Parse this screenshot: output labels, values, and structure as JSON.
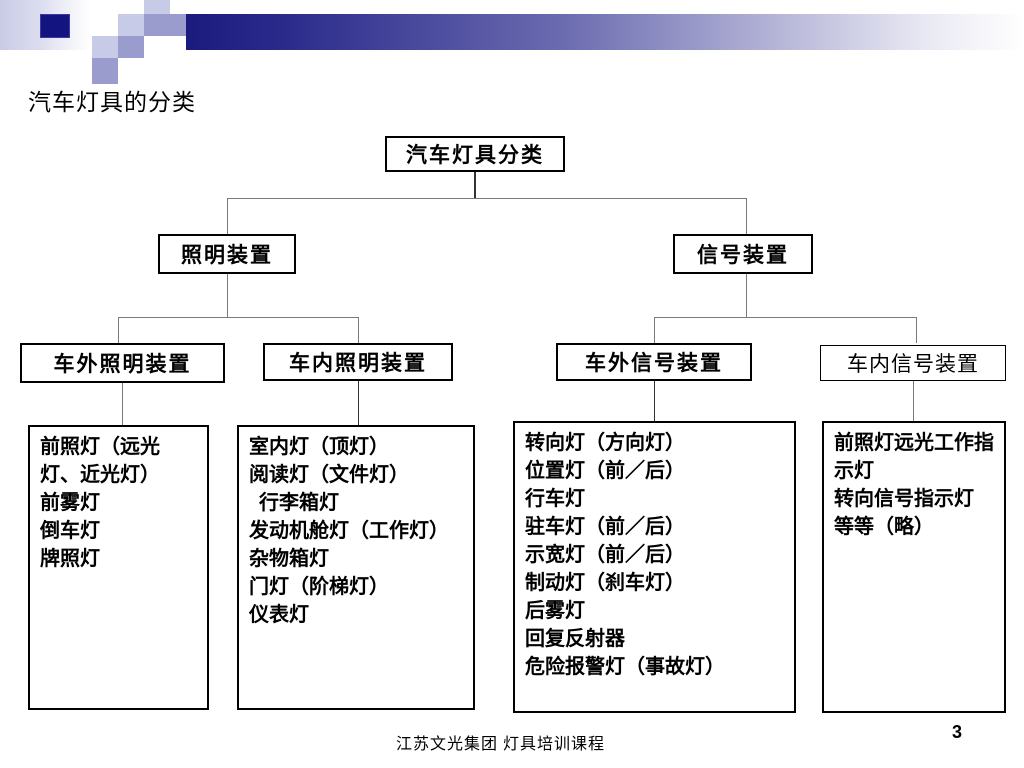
{
  "slide": {
    "title": "汽车灯具的分类",
    "page_number": "3",
    "footer": "江苏文光集团   灯具培训课程",
    "accent_color": "#141480",
    "header_gradient_from": "#1b1b7e",
    "header_gradient_to": "#ffffff"
  },
  "diagram": {
    "type": "tree",
    "root": {
      "label": "汽车灯具分类"
    },
    "level2": [
      {
        "label": "照明装置"
      },
      {
        "label": "信号装置"
      }
    ],
    "level3": [
      {
        "label": "车外照明装置"
      },
      {
        "label": "车内照明装置"
      },
      {
        "label": "车外信号装置"
      },
      {
        "label": "车内信号装置"
      }
    ],
    "leaves": [
      {
        "parent": "车外照明装置",
        "lines": [
          "前照灯（远光灯、近光灯）",
          "前雾灯",
          "倒车灯",
          "牌照灯"
        ]
      },
      {
        "parent": "车内照明装置",
        "lines": [
          "室内灯（顶灯）",
          "阅读灯（文件灯）",
          "行李箱灯",
          "发动机舱灯（工作灯）",
          "杂物箱灯",
          "门灯（阶梯灯）",
          "仪表灯"
        ]
      },
      {
        "parent": "车外信号装置",
        "lines": [
          "转向灯（方向灯）",
          "位置灯（前／后）",
          "行车灯",
          "驻车灯（前／后）",
          "示宽灯（前／后）",
          "制动灯（刹车灯）",
          "后雾灯",
          "回复反射器",
          "危险报警灯（事故灯）"
        ]
      },
      {
        "parent": "车内信号装置",
        "lines": [
          "前照灯远光工作指示灯",
          "转向信号指示灯",
          "等等（略）"
        ]
      }
    ]
  }
}
